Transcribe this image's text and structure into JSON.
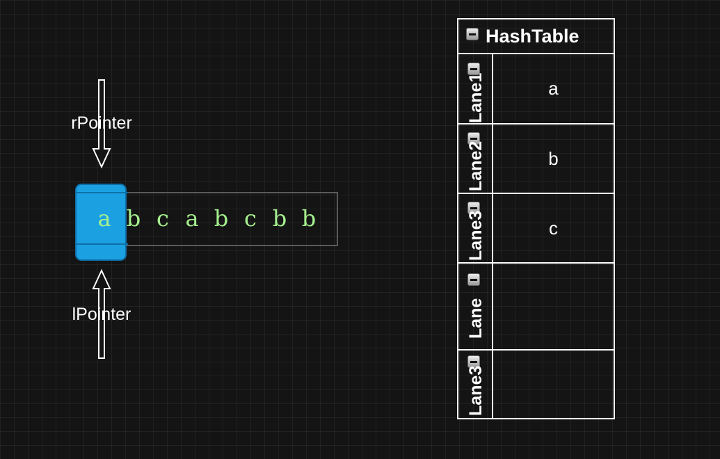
{
  "pointers": {
    "right": {
      "label": "rPointer"
    },
    "left": {
      "label": "lPointer"
    }
  },
  "string": {
    "characters": [
      "a",
      "b",
      "c",
      "a",
      "b",
      "c",
      "b",
      "b"
    ],
    "highlighted_index": 0
  },
  "hashtable": {
    "title": "HashTable",
    "lanes": [
      {
        "label": "Lane1",
        "value": "a"
      },
      {
        "label": "Lane2",
        "value": "b"
      },
      {
        "label": "Lane3",
        "value": "c"
      },
      {
        "label": "Lane",
        "value": ""
      },
      {
        "label": "Lane3",
        "value": ""
      }
    ]
  },
  "colors": {
    "background": "#141414",
    "highlight": "#1ba1e2",
    "character": "#a6f08f",
    "box_border": "#5a5a5a",
    "table_border": "#ffffff"
  }
}
